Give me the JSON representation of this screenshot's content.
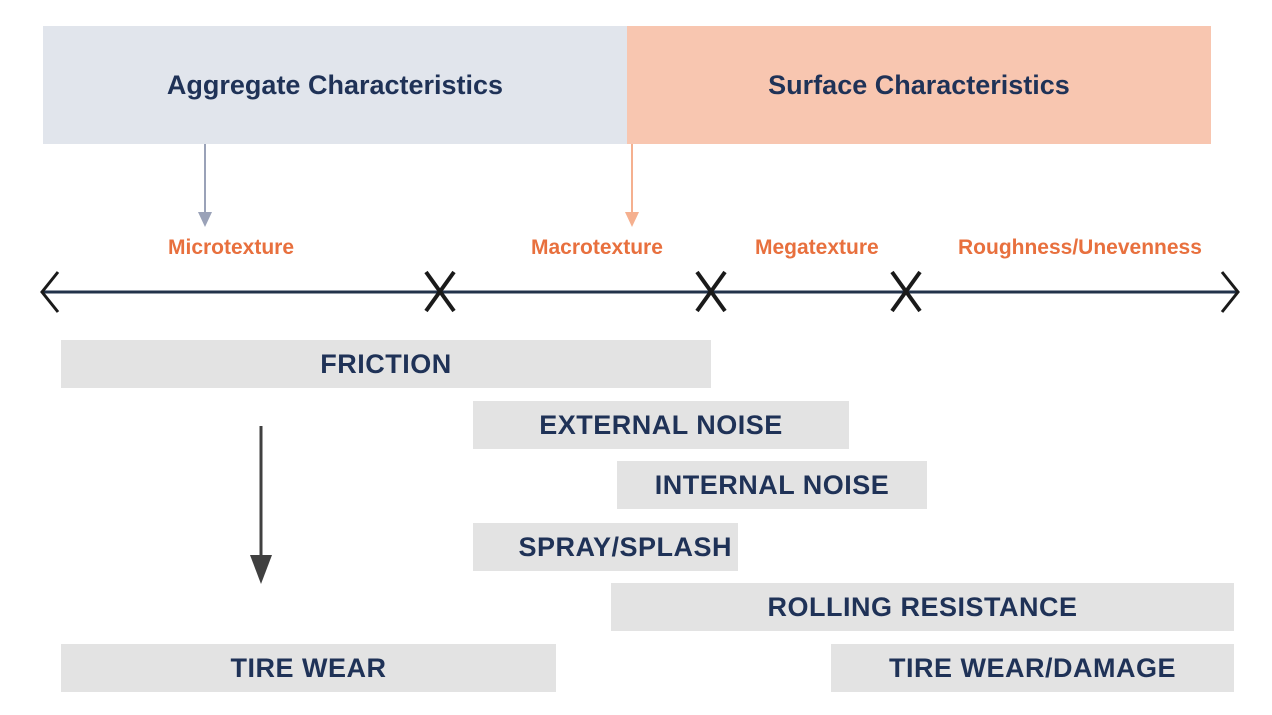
{
  "headers": {
    "aggregate": "Aggregate Characteristics",
    "surface": "Surface Characteristics"
  },
  "texture_labels": [
    "Microtexture",
    "Macrotexture",
    "Megatexture",
    "Roughness/Unevenness"
  ],
  "effects": [
    {
      "label": "FRICTION"
    },
    {
      "label": "EXTERNAL NOISE"
    },
    {
      "label": "INTERNAL NOISE"
    },
    {
      "label": "SPRAY/SPLASH"
    },
    {
      "label": "ROLLING RESISTANCE"
    },
    {
      "label": "TIRE WEAR"
    },
    {
      "label": "TIRE WEAR/DAMAGE"
    }
  ],
  "colors": {
    "navy": "#1f3257",
    "orange": "#e8703e",
    "aggregate_fill": "#e1e5ec",
    "surface_fill": "#f8c6b0",
    "bar_fill": "#e3e3e3"
  }
}
